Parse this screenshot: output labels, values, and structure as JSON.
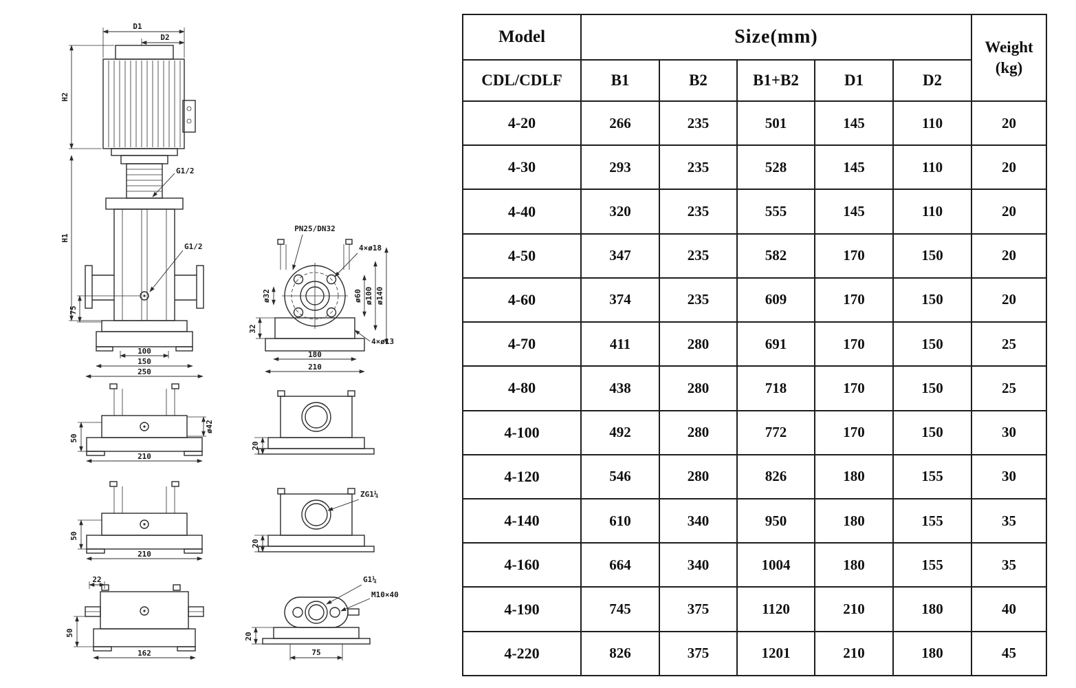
{
  "table": {
    "header": {
      "model": "Model",
      "model_sub": "CDL/CDLF",
      "size": "Size(mm)",
      "size_cols": [
        "B1",
        "B2",
        "B1+B2",
        "D1",
        "D2"
      ],
      "weight_line1": "Weight",
      "weight_line2": "(kg)"
    },
    "rows": [
      {
        "model": "4-20",
        "b1": "266",
        "b2": "235",
        "b1b2": "501",
        "d1": "145",
        "d2": "110",
        "weight": "20"
      },
      {
        "model": "4-30",
        "b1": "293",
        "b2": "235",
        "b1b2": "528",
        "d1": "145",
        "d2": "110",
        "weight": "20"
      },
      {
        "model": "4-40",
        "b1": "320",
        "b2": "235",
        "b1b2": "555",
        "d1": "145",
        "d2": "110",
        "weight": "20"
      },
      {
        "model": "4-50",
        "b1": "347",
        "b2": "235",
        "b1b2": "582",
        "d1": "170",
        "d2": "150",
        "weight": "20"
      },
      {
        "model": "4-60",
        "b1": "374",
        "b2": "235",
        "b1b2": "609",
        "d1": "170",
        "d2": "150",
        "weight": "20"
      },
      {
        "model": "4-70",
        "b1": "411",
        "b2": "280",
        "b1b2": "691",
        "d1": "170",
        "d2": "150",
        "weight": "25"
      },
      {
        "model": "4-80",
        "b1": "438",
        "b2": "280",
        "b1b2": "718",
        "d1": "170",
        "d2": "150",
        "weight": "25"
      },
      {
        "model": "4-100",
        "b1": "492",
        "b2": "280",
        "b1b2": "772",
        "d1": "170",
        "d2": "150",
        "weight": "30"
      },
      {
        "model": "4-120",
        "b1": "546",
        "b2": "280",
        "b1b2": "826",
        "d1": "180",
        "d2": "155",
        "weight": "30"
      },
      {
        "model": "4-140",
        "b1": "610",
        "b2": "340",
        "b1b2": "950",
        "d1": "180",
        "d2": "155",
        "weight": "35"
      },
      {
        "model": "4-160",
        "b1": "664",
        "b2": "340",
        "b1b2": "1004",
        "d1": "180",
        "d2": "155",
        "weight": "35"
      },
      {
        "model": "4-190",
        "b1": "745",
        "b2": "375",
        "b1b2": "1120",
        "d1": "210",
        "d2": "180",
        "weight": "40"
      },
      {
        "model": "4-220",
        "b1": "826",
        "b2": "375",
        "b1b2": "1201",
        "d1": "210",
        "d2": "180",
        "weight": "45"
      }
    ]
  },
  "drawing": {
    "labels": {
      "d1": "D1",
      "d2": "D2",
      "h2": "H2",
      "h1": "H1",
      "g12_top": "G1/2",
      "g12_mid": "G1/2",
      "dim75_left": "75",
      "dim100": "100",
      "dim150": "150",
      "dim250": "250",
      "dim50_v1": "50",
      "dim210_v1": "210",
      "dia42": "ø42",
      "dim50_v2": "50",
      "dim210_v2": "210",
      "dim22": "22",
      "dim50_v3": "50",
      "dim162": "162",
      "pn25": "PN25/DN32",
      "holes18": "4×ø18",
      "dia32": "ø32",
      "dia60": "ø60",
      "dia100": "ø100",
      "dia140": "ø140",
      "dim32": "32",
      "dim180": "180",
      "dim210_f": "210",
      "holes13": "4×ø13",
      "dim20_p1": "20",
      "zg114": "ZG1¼",
      "dim20_p2": "20",
      "g114": "G1¼",
      "m10x40": "M10×40",
      "dim75_b": "75",
      "dim20_p3": "20"
    }
  }
}
